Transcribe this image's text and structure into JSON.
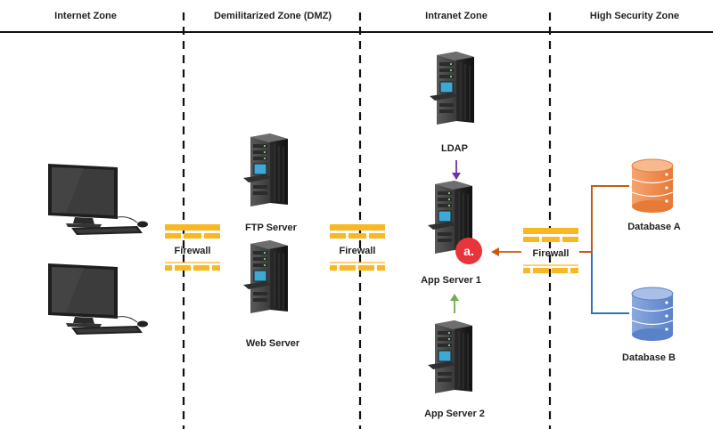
{
  "zones": [
    {
      "label": "Internet Zone"
    },
    {
      "label": "Demilitarized Zone (DMZ)"
    },
    {
      "label": "Intranet Zone"
    },
    {
      "label": "High Security Zone"
    }
  ],
  "nodes": {
    "ftp_server": "FTP Server",
    "web_server": "Web Server",
    "ldap": "LDAP",
    "app_server_1": "App Server 1",
    "app_server_2": "App Server 2",
    "database_a": "Database A",
    "database_b": "Database B"
  },
  "firewalls": [
    "Firewall",
    "Firewall",
    "Firewall"
  ],
  "badge": {
    "text": "a."
  },
  "colors": {
    "firewall": "#f7b824",
    "ldap_arrow": "#7030a0",
    "app2_arrow": "#70ad47",
    "db_a": "#f08a4b",
    "db_b": "#4472c4",
    "link_a": "#c55a11",
    "link_b": "#2e75b6",
    "badge": "#e8353b"
  },
  "icons": [
    "desktop-computer-icon",
    "server-tower-icon",
    "database-icon",
    "firewall-icon"
  ]
}
